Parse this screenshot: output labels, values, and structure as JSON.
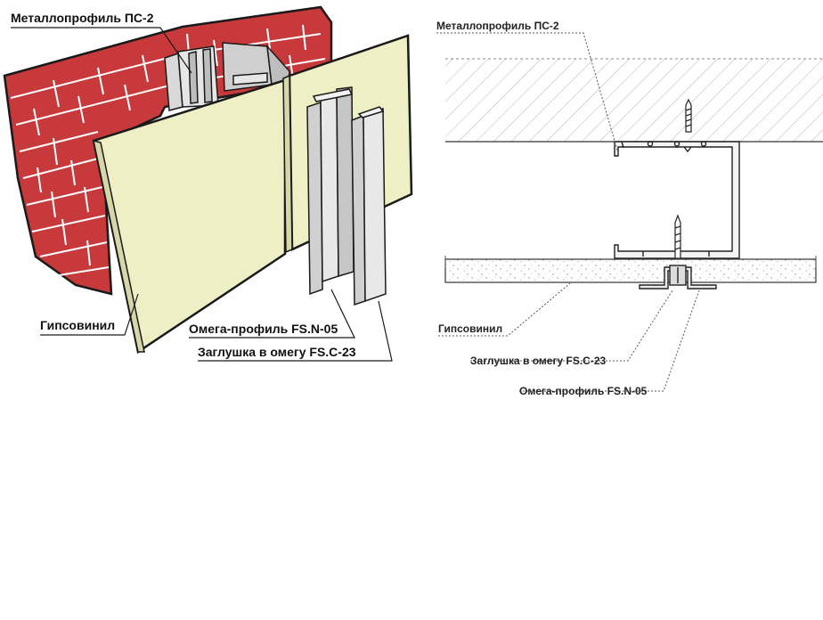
{
  "left_view": {
    "labels": {
      "metal_profile": "Металлопрофиль ПС-2",
      "gypsovinyl": "Гипсовинил",
      "omega_profile": "Омега-профиль FS.N-05",
      "omega_cap": "Заглушка в омегу FS.C-23"
    }
  },
  "right_view": {
    "labels": {
      "metal_profile": "Металлопрофиль ПС-2",
      "gypsovinyl": "Гипсовинил",
      "omega_cap": "Заглушка в омегу FS.C-23",
      "omega_profile": "Омега-профиль FS.N-05"
    }
  },
  "colors": {
    "brick": "#c8393b",
    "mortar": "#ffffff",
    "panel": "#eeefc4",
    "profile": "#d6d6d6",
    "outline": "#1a1a1a"
  }
}
